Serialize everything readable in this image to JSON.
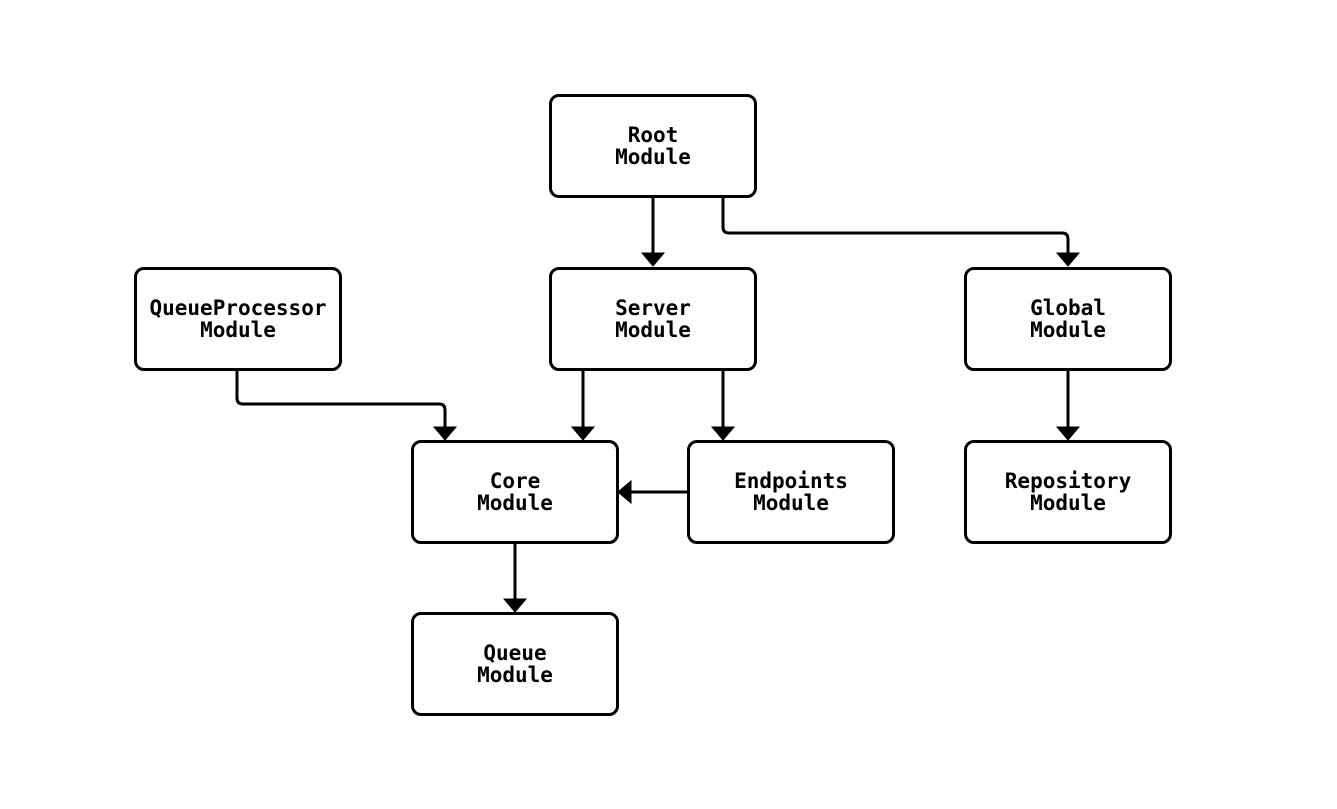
{
  "diagram": {
    "type": "flowchart",
    "direction": "top-down",
    "background_color": "#ffffff",
    "node_fill_color": "#ffffff",
    "node_border_color": "#000000",
    "edge_color": "#000000",
    "text_color": "#000000",
    "nodes": {
      "root": {
        "line1": "Root",
        "line2": "Module",
        "label": "Root Module"
      },
      "queueprocessor": {
        "line1": "QueueProcessor",
        "line2": "Module",
        "label": "QueueProcessor Module"
      },
      "server": {
        "line1": "Server",
        "line2": "Module",
        "label": "Server Module"
      },
      "global": {
        "line1": "Global",
        "line2": "Module",
        "label": "Global Module"
      },
      "core": {
        "line1": "Core",
        "line2": "Module",
        "label": "Core Module"
      },
      "endpoints": {
        "line1": "Endpoints",
        "line2": "Module",
        "label": "Endpoints Module"
      },
      "repository": {
        "line1": "Repository",
        "line2": "Module",
        "label": "Repository Module"
      },
      "queue": {
        "line1": "Queue",
        "line2": "Module",
        "label": "Queue Module"
      }
    },
    "edges": [
      {
        "from": "Root Module",
        "to": "Server Module"
      },
      {
        "from": "Root Module",
        "to": "Global Module"
      },
      {
        "from": "QueueProcessor Module",
        "to": "Core Module"
      },
      {
        "from": "Server Module",
        "to": "Core Module"
      },
      {
        "from": "Server Module",
        "to": "Endpoints Module"
      },
      {
        "from": "Endpoints Module",
        "to": "Core Module"
      },
      {
        "from": "Global Module",
        "to": "Repository Module"
      },
      {
        "from": "Core Module",
        "to": "Queue Module"
      }
    ]
  }
}
